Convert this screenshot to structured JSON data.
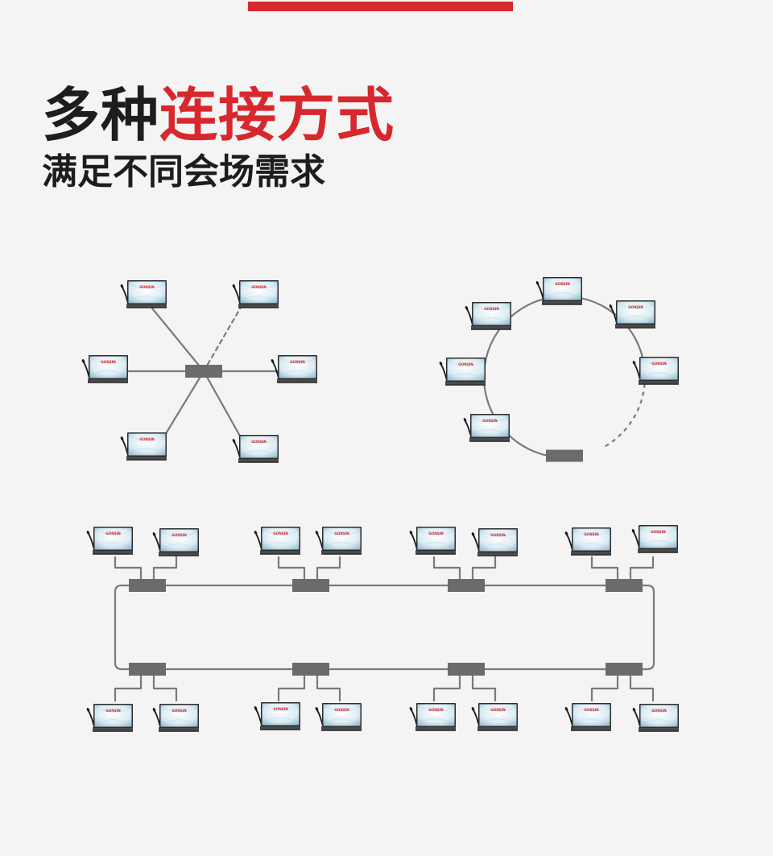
{
  "header": {
    "headline_dark": "多种",
    "headline_accent": "连接方式",
    "subline": "满足不同会场需求"
  },
  "device": {
    "brand": "GONSIN"
  },
  "colors": {
    "accent": "#d7282d",
    "text": "#1d1d1d",
    "cable": "#7a7a7a",
    "hub": "#6b6b6b",
    "background": "#f4f4f4"
  }
}
